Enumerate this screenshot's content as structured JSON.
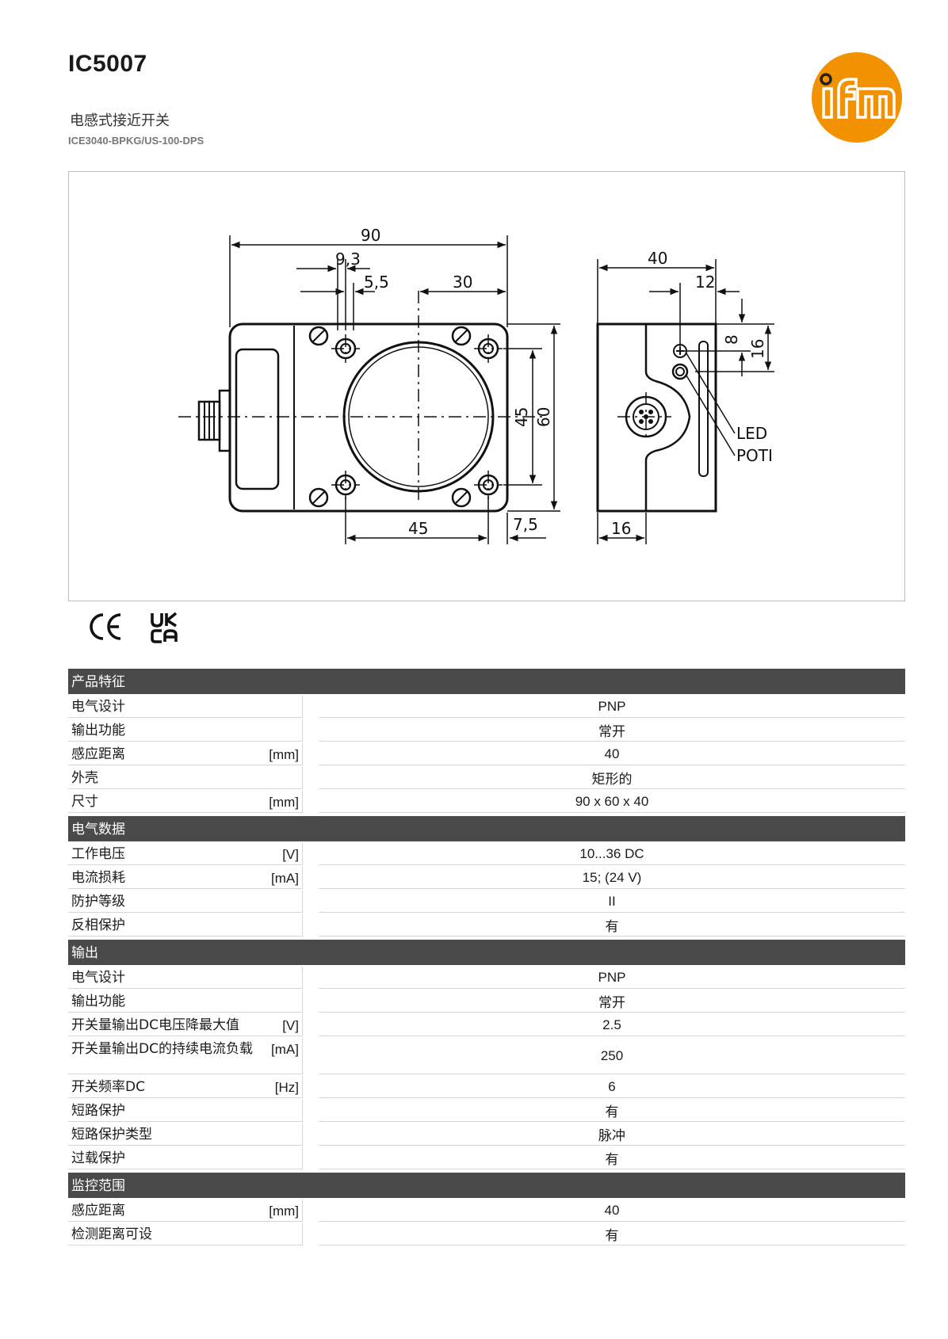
{
  "header": {
    "title": "IC5007",
    "subtitle": "电感式接近开关",
    "model": "ICE3040-BPKG/US-100-DPS"
  },
  "brand": {
    "logo_text": "ifm",
    "logo_color": "#F39200"
  },
  "drawing": {
    "dimensions": [
      "90",
      "9,3",
      "5,5",
      "30",
      "45",
      "60",
      "45",
      "7,5",
      "40",
      "12",
      "8",
      "16",
      "16"
    ],
    "callouts": [
      "LED",
      "POTI"
    ]
  },
  "certifications": [
    "CE",
    "UK CA"
  ],
  "sections": [
    {
      "title": "产品特征",
      "rows": [
        {
          "label": "电气设计",
          "unit": "",
          "value": "PNP"
        },
        {
          "label": "输出功能",
          "unit": "",
          "value": "常开"
        },
        {
          "label": "感应距离",
          "unit": "[mm]",
          "value": "40"
        },
        {
          "label": "外壳",
          "unit": "",
          "value": "矩形的"
        },
        {
          "label": "尺寸",
          "unit": "[mm]",
          "value": "90 x 60 x 40"
        }
      ]
    },
    {
      "title": "电气数据",
      "rows": [
        {
          "label": "工作电压",
          "unit": "[V]",
          "value": "10...36 DC"
        },
        {
          "label": "电流损耗",
          "unit": "[mA]",
          "value": "15;  (24 V)"
        },
        {
          "label": "防护等级",
          "unit": "",
          "value": "II"
        },
        {
          "label": "反相保护",
          "unit": "",
          "value": "有"
        }
      ]
    },
    {
      "title": "输出",
      "rows": [
        {
          "label": "电气设计",
          "unit": "",
          "value": "PNP"
        },
        {
          "label": "输出功能",
          "unit": "",
          "value": "常开"
        },
        {
          "label": "开关量输出DC电压降最大值",
          "unit": "[V]",
          "value": "2.5"
        },
        {
          "label": "开关量输出DC的持续电流负载",
          "unit": "[mA]",
          "value": "250"
        },
        {
          "label": "开关频率DC",
          "unit": "[Hz]",
          "value": "6"
        },
        {
          "label": "短路保护",
          "unit": "",
          "value": "有"
        },
        {
          "label": "短路保护类型",
          "unit": "",
          "value": "脉冲"
        },
        {
          "label": "过载保护",
          "unit": "",
          "value": "有"
        }
      ]
    },
    {
      "title": "监控范围",
      "rows": [
        {
          "label": "感应距离",
          "unit": "[mm]",
          "value": "40"
        },
        {
          "label": "检测距离可设",
          "unit": "",
          "value": "有"
        }
      ]
    }
  ]
}
